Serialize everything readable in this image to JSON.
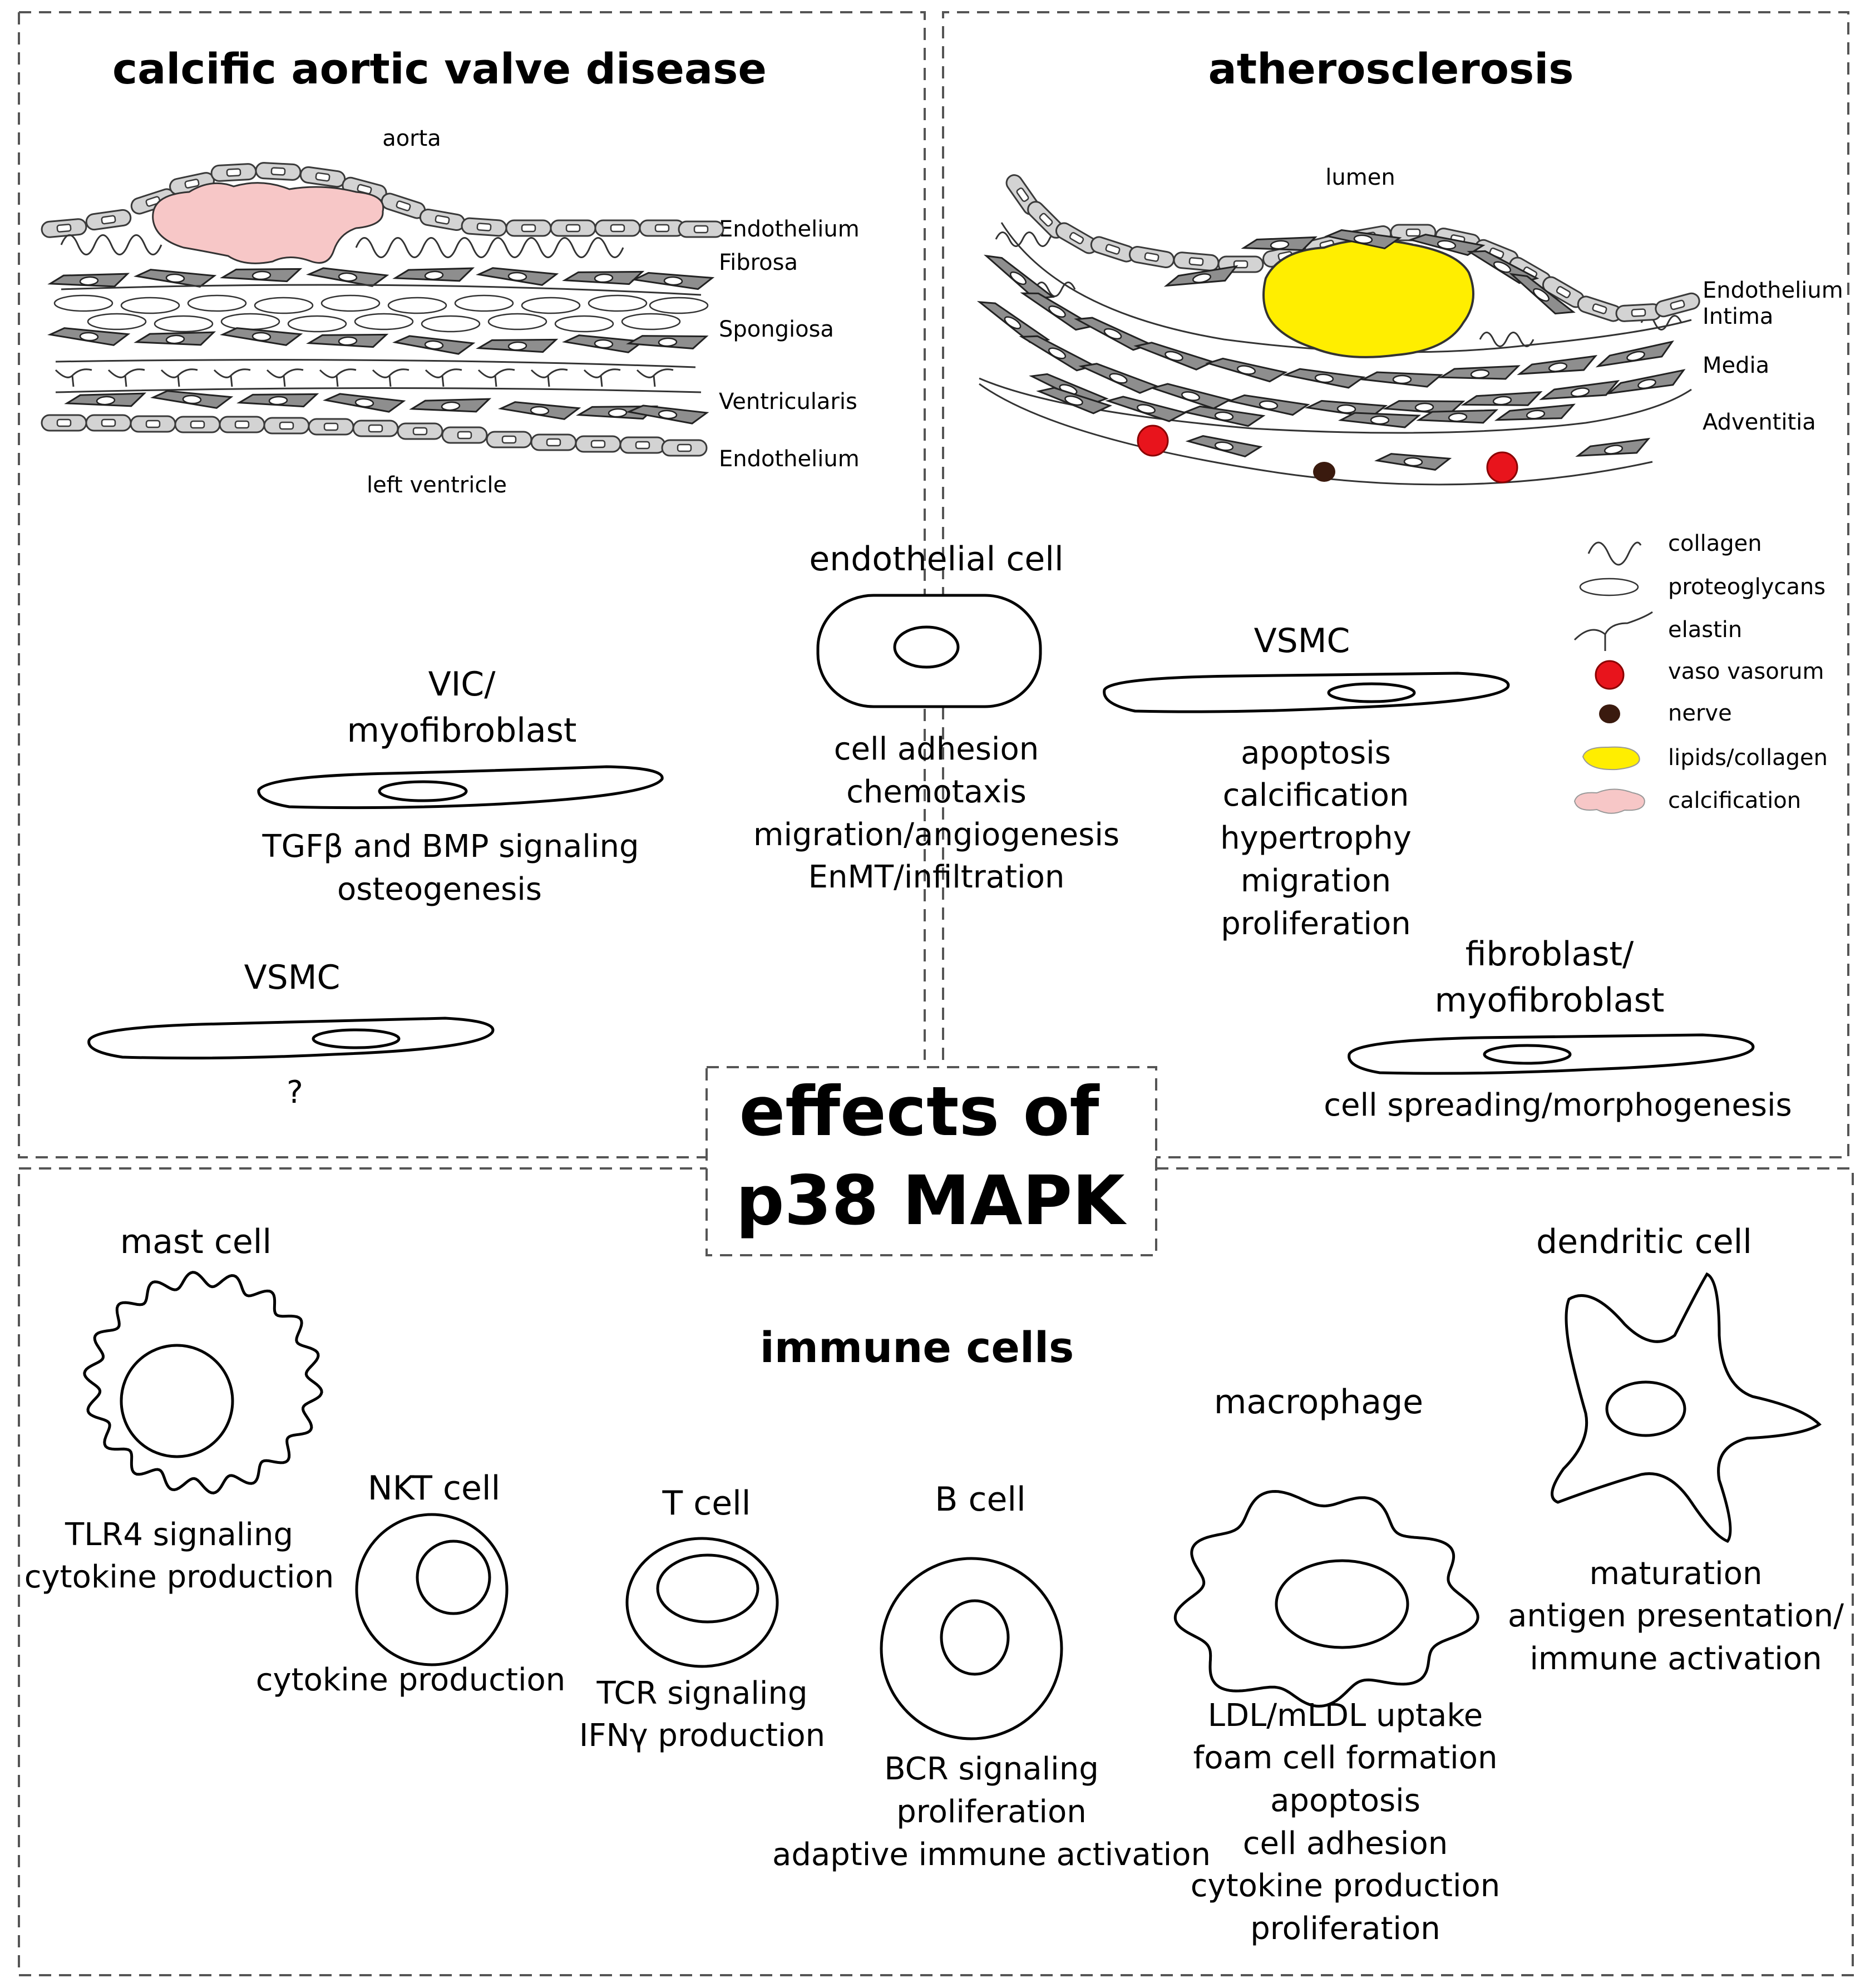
{
  "title": {
    "line1": "effects of",
    "line2": "p38 MAPK"
  },
  "cavd": {
    "heading": "calcific aortic valve disease",
    "top_label": "aorta",
    "bottom_label": "left ventricle",
    "layers": [
      "Endothelium",
      "Fibrosa",
      "Spongiosa",
      "Ventricularis",
      "Endothelium"
    ]
  },
  "athero": {
    "heading": "atherosclerosis",
    "top_label": "lumen",
    "layers": [
      "Endothelium",
      "Intima",
      "Media",
      "Adventitia"
    ]
  },
  "legend": [
    {
      "icon": "collagen-icon",
      "label": "collagen"
    },
    {
      "icon": "proteoglycan-icon",
      "label": "proteoglycans"
    },
    {
      "icon": "elastin-icon",
      "label": "elastin"
    },
    {
      "icon": "vaso-vasorum-icon",
      "label": "vaso vasorum",
      "color": "#e8141c"
    },
    {
      "icon": "nerve-icon",
      "label": "nerve",
      "color": "#3a1a0e"
    },
    {
      "icon": "lipids-collagen-icon",
      "label": "lipids/collagen",
      "color": "#ffee00"
    },
    {
      "icon": "calcification-icon",
      "label": "calcification",
      "color": "#f7c7c7"
    }
  ],
  "vessel_cells": [
    {
      "name": "endothelial cell",
      "effects": [
        "cell adhesion",
        "chemotaxis",
        "migration/angiogenesis",
        "EnMT/infiltration"
      ]
    },
    {
      "name_lines": [
        "VIC/",
        "myofibroblast"
      ],
      "effects": [
        "TGFβ and BMP signaling",
        "osteogenesis"
      ]
    },
    {
      "name": "VSMC",
      "effects": [
        "apoptosis",
        "calcification",
        "hypertrophy",
        "migration",
        "proliferation"
      ]
    },
    {
      "name": "VSMC",
      "effects": [
        "?"
      ]
    },
    {
      "name_lines": [
        "fibroblast/",
        "myofibroblast"
      ],
      "effects": [
        "cell spreading/morphogenesis"
      ]
    }
  ],
  "immune": {
    "heading": "immune cells",
    "cells": [
      {
        "name": "mast cell",
        "effects": [
          "TLR4 signaling",
          "cytokine production"
        ]
      },
      {
        "name": "NKT cell",
        "effects": [
          "cytokine production"
        ]
      },
      {
        "name": "T cell",
        "effects": [
          "TCR signaling",
          "IFNγ production"
        ]
      },
      {
        "name": "B cell",
        "effects": [
          "BCR signaling",
          "proliferation",
          "adaptive immune activation"
        ]
      },
      {
        "name": "macrophage",
        "effects": [
          "LDL/mLDL uptake",
          "foam cell formation",
          "apoptosis",
          "cell adhesion",
          "cytokine production",
          "proliferation"
        ]
      },
      {
        "name": "dendritic cell",
        "effects": [
          "maturation",
          "antigen presentation/",
          "immune activation"
        ]
      }
    ]
  }
}
